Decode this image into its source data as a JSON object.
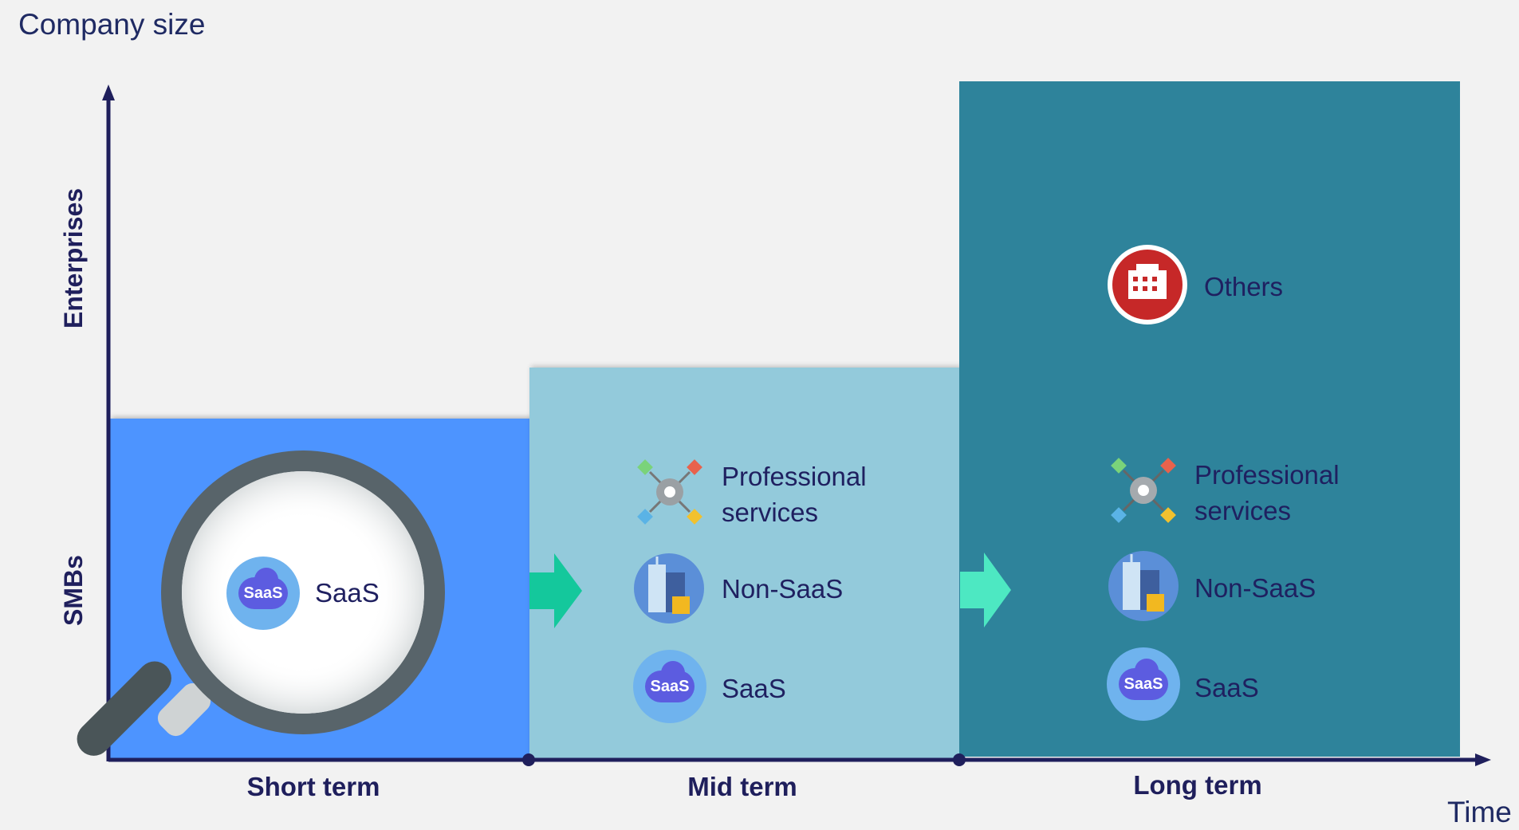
{
  "axes": {
    "y_title": "Company size",
    "x_title": "Time",
    "y_levels": [
      "SMBs",
      "Enterprises"
    ]
  },
  "phases": [
    {
      "term": "Short term",
      "color": "#4d94ff",
      "items": [
        "SaaS"
      ]
    },
    {
      "term": "Mid term",
      "color": "#93cadb",
      "items": [
        "Professional services",
        "Non-SaaS",
        "SaaS"
      ]
    },
    {
      "term": "Long term",
      "color": "#2e839b",
      "items": [
        "Others",
        "Professional services",
        "Non-SaaS",
        "SaaS"
      ]
    }
  ],
  "labels": {
    "short_saas": "SaaS",
    "mid_prof_line1": "Professional",
    "mid_prof_line2": "services",
    "mid_nonsaas": "Non-SaaS",
    "mid_saas": "SaaS",
    "long_others": "Others",
    "long_prof_line1": "Professional",
    "long_prof_line2": "services",
    "long_nonsaas": "Non-SaaS",
    "long_saas": "SaaS",
    "saas_badge": "SaaS"
  },
  "colors": {
    "axis": "#1f1f5c",
    "arrow_mid": "#14c89c",
    "arrow_long": "#4de8c2",
    "others_badge": "#c62828"
  }
}
